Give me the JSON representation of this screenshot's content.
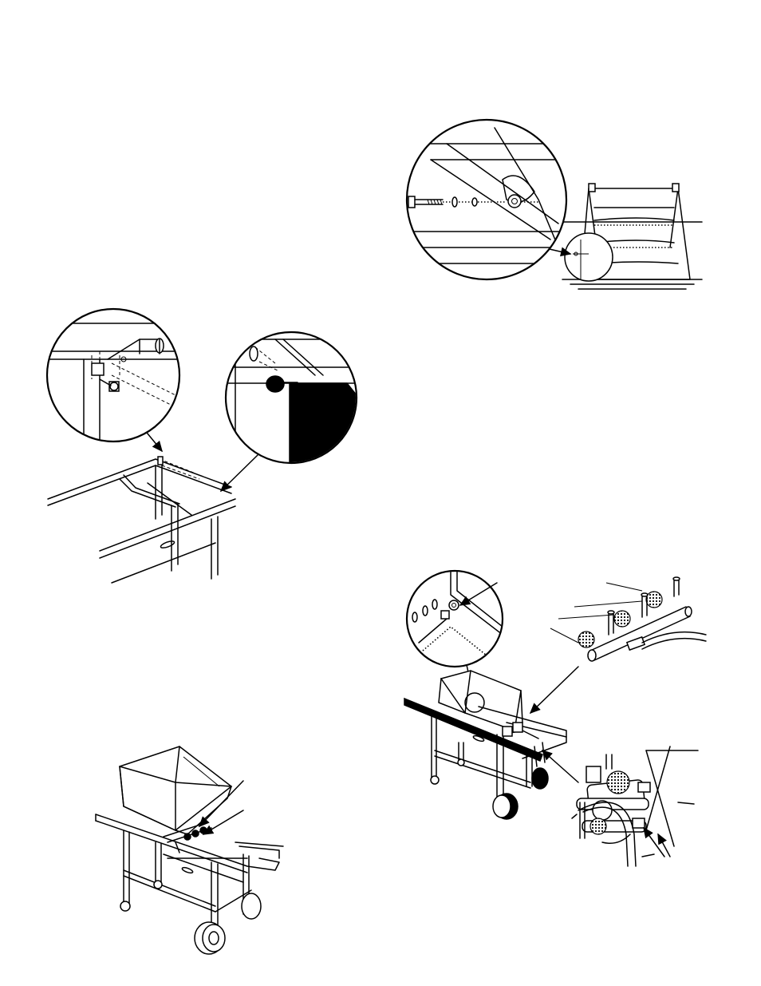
{
  "figures": [
    {
      "id": "burner-bracket-bolt",
      "icons": [
        "bolt-icon",
        "lock-washer-icon",
        "nut-icon"
      ]
    },
    {
      "id": "crossbar-bolt-detail",
      "icons": [
        "bolt-icon",
        "cap-nut-icon"
      ]
    },
    {
      "id": "firebox-on-cart",
      "icons": [
        "arrow-icon"
      ]
    },
    {
      "id": "burner-valve-assembly",
      "icons": [
        "arrow-icon",
        "hose-icon",
        "valve-knob-icon"
      ]
    }
  ]
}
